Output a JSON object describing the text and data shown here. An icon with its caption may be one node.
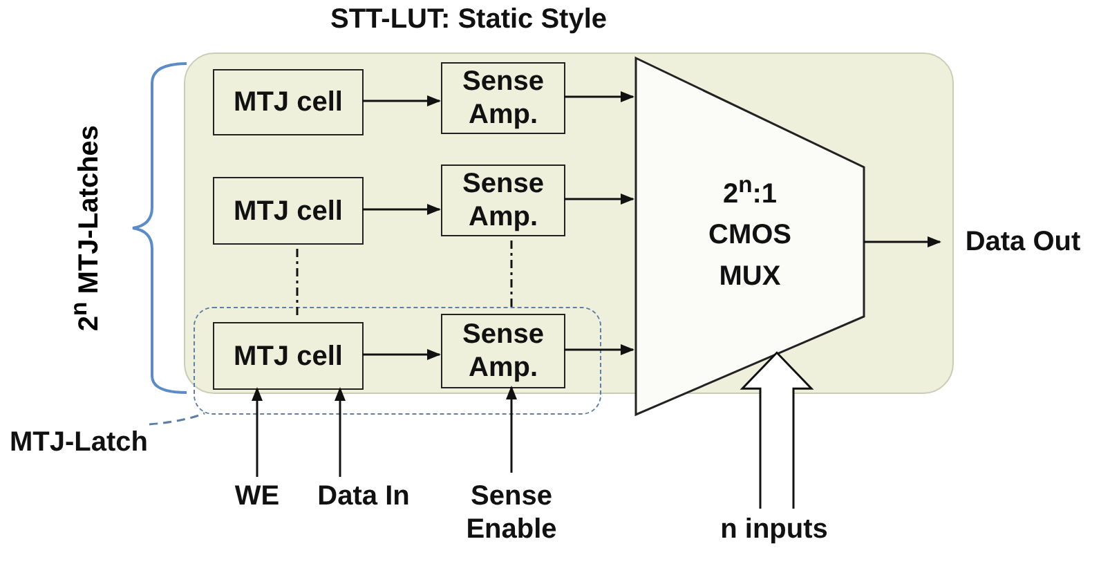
{
  "diagram": {
    "nodes": [
      {
        "text": [
          "STT-LUT: Static Style"
        ]
      },
      {
        "text": [
          "MTJ cell"
        ],
        "in": 0
      },
      {
        "text": [
          "Sense Amp."
        ],
        "in": 0
      },
      {
        "text": [
          "MTJ cell"
        ],
        "in": 0
      },
      {
        "text": [
          "Sense Amp."
        ],
        "in": 0
      },
      {
        "text": [],
        "shape": "box"
      },
      {
        "text": [
          "MTJ cell"
        ],
        "in": 5
      },
      {
        "text": [
          "Sense Amp."
        ],
        "in": 5
      },
      {
        "text": [
          "2$^{n}$:1 CMOS MUX"
        ],
        "in": 0
      },
      {
        "text": [
          "Data Out"
        ]
      },
      {
        "text": [
          "n inputs"
        ]
      },
      {
        "text": [
          "WE"
        ]
      },
      {
        "text": [
          "Data In"
        ]
      },
      {
        "text": [
          "Sense Enable"
        ]
      },
      {
        "text": [
          "MTJ-Latch"
        ]
      }
    ],
    "edges": [
      {
        "from": 1,
        "to": 2,
        "arrow": "to"
      },
      {
        "from": 3,
        "to": 4,
        "arrow": "to"
      },
      {
        "from": 6,
        "to": 7,
        "arrow": "to"
      },
      {
        "from": 2,
        "to": 8,
        "arrow": "to"
      },
      {
        "from": 4,
        "to": 8,
        "arrow": "to"
      },
      {
        "from": 7,
        "to": 8,
        "arrow": "to"
      },
      {
        "from": 8,
        "to": 9,
        "arrow": "to"
      },
      {
        "from": 10,
        "to": 8,
        "arrow": "to",
        "style": "thick"
      },
      {
        "from": 11,
        "to": 6,
        "arrow": "to"
      },
      {
        "from": 12,
        "to": 6,
        "arrow": "to"
      },
      {
        "from": 13,
        "to": 7,
        "arrow": "to"
      },
      {
        "from": 14,
        "to": 5,
        "arrow": "none",
        "style": "dashed",
        "color": "#5b7fa6"
      },
      {
        "from": 3,
        "to": 6,
        "arrow": "none",
        "style": "dashed"
      },
      {
        "from": 4,
        "to": 7,
        "arrow": "none",
        "style": "dashed"
      }
    ],
    "labels": [
      "2$^{n}$ MTJ-Latches"
    ]
  }
}
